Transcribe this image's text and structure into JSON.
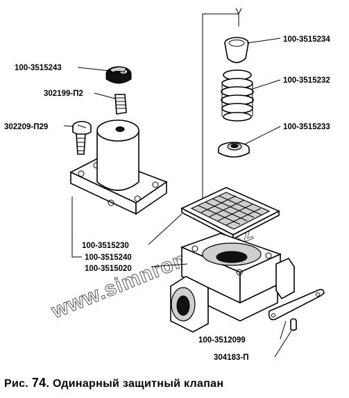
{
  "diagram": {
    "part_labels": {
      "cap_nut": "100-3515243",
      "spring_pin": "302199-П2",
      "bolt": "302209-П29",
      "valve_cap": "100-3515234",
      "spring": "100-3515232",
      "valve_seat": "100-3515233",
      "filter_screen": "100-3515230",
      "gasket": "100-3515240",
      "valve_body": "100-3515020",
      "bracket": "100-3512099",
      "pin": "304183-П"
    },
    "watermark": "www.simnron-too.kz"
  },
  "caption": {
    "prefix": "Рис.",
    "number": "74",
    "separator": ".",
    "title": "Одинарный защитный клапан"
  }
}
